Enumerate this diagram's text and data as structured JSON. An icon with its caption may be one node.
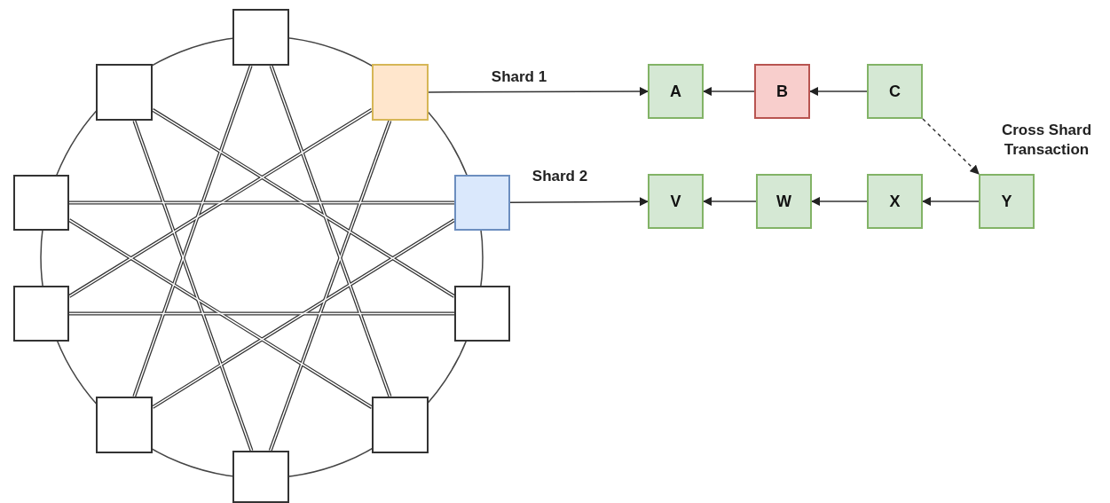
{
  "diagram": {
    "nodes": [
      {
        "text": [],
        "shape": "box"
      },
      {
        "text": [],
        "shape": "box"
      },
      {
        "text": [],
        "shape": "box"
      },
      {
        "text": [],
        "shape": "box"
      },
      {
        "text": [],
        "shape": "box"
      },
      {
        "text": [],
        "shape": "box"
      },
      {
        "text": [],
        "shape": "box"
      },
      {
        "text": [],
        "shape": "box"
      },
      {
        "text": [],
        "shape": "box"
      },
      {
        "text": [],
        "shape": "box"
      },
      {
        "text": [
          "A"
        ]
      },
      {
        "text": [
          "B"
        ]
      },
      {
        "text": [
          "C"
        ]
      },
      {
        "text": [
          "V"
        ]
      },
      {
        "text": [
          "W"
        ]
      },
      {
        "text": [
          "X"
        ]
      },
      {
        "text": [
          "Y"
        ]
      }
    ],
    "edges": [
      {
        "from": 0,
        "to": 7,
        "arrow": "none"
      },
      {
        "from": 0,
        "to": 8,
        "arrow": "none"
      },
      {
        "from": 1,
        "to": 6,
        "arrow": "none"
      },
      {
        "from": 1,
        "to": 9,
        "arrow": "none"
      },
      {
        "from": 2,
        "to": 5,
        "arrow": "none"
      },
      {
        "from": 2,
        "to": 9,
        "arrow": "none"
      },
      {
        "from": 4,
        "to": 3,
        "arrow": "none"
      },
      {
        "from": 4,
        "to": 7,
        "arrow": "none"
      },
      {
        "from": 3,
        "to": 8,
        "arrow": "none"
      },
      {
        "from": 5,
        "to": 6,
        "arrow": "none"
      },
      {
        "from": 2,
        "to": 10,
        "arrow": "to",
        "label": "Shard 1"
      },
      {
        "from": 4,
        "to": 13,
        "arrow": "to",
        "label": "Shard 2"
      },
      {
        "from": 11,
        "to": 10,
        "arrow": "to"
      },
      {
        "from": 12,
        "to": 11,
        "arrow": "to"
      },
      {
        "from": 14,
        "to": 13,
        "arrow": "to"
      },
      {
        "from": 15,
        "to": 14,
        "arrow": "to"
      },
      {
        "from": 16,
        "to": 15,
        "arrow": "to"
      },
      {
        "from": 12,
        "to": 16,
        "arrow": "to",
        "style": "dashed",
        "label": "Cross Shard Transaction"
      }
    ]
  }
}
